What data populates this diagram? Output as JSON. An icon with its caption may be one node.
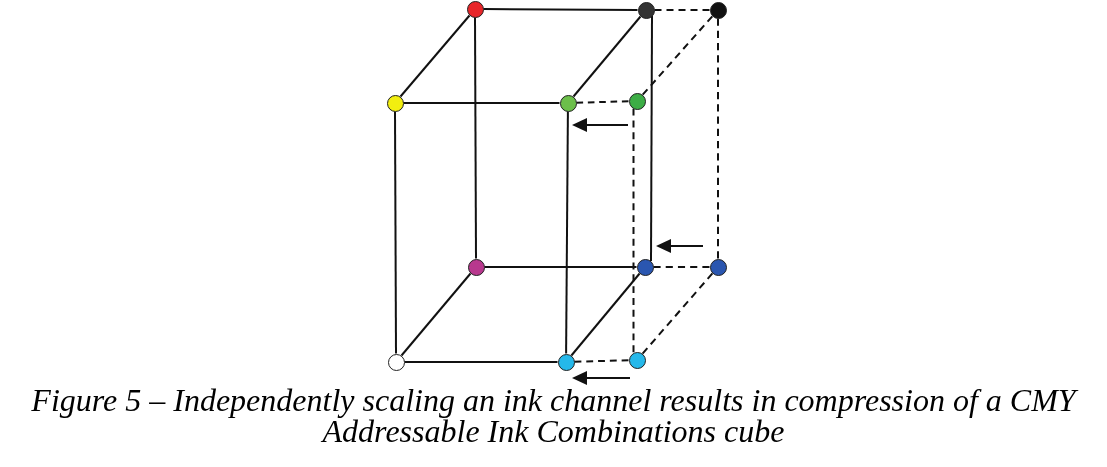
{
  "diagram": {
    "caption": "Figure 5 – Independently scaling an ink channel results in compression of a CMY Addressable Ink Combinations cube",
    "nodes": [
      {
        "text": [],
        "shape": "circle"
      },
      {
        "text": [],
        "shape": "circle"
      },
      {
        "text": [],
        "shape": "circle"
      },
      {
        "text": [],
        "shape": "circle"
      },
      {
        "text": [],
        "shape": "circle"
      },
      {
        "text": [],
        "shape": "circle"
      },
      {
        "text": [],
        "shape": "circle"
      },
      {
        "text": [],
        "shape": "circle"
      },
      {
        "text": [],
        "shape": "circle"
      },
      {
        "text": [],
        "shape": "circle"
      },
      {
        "text": [],
        "shape": "circle"
      },
      {
        "text": [],
        "shape": "circle"
      }
    ],
    "edges": [
      {
        "from": 0,
        "to": 1,
        "arrow": "none"
      },
      {
        "from": 0,
        "to": 3,
        "arrow": "none"
      },
      {
        "from": 1,
        "to": 4,
        "arrow": "none"
      },
      {
        "from": 3,
        "to": 4,
        "arrow": "none"
      },
      {
        "from": 0,
        "to": 6,
        "arrow": "none"
      },
      {
        "from": 3,
        "to": 9,
        "arrow": "none"
      },
      {
        "from": 4,
        "to": 10,
        "arrow": "none"
      },
      {
        "from": 1,
        "to": 7,
        "arrow": "none"
      },
      {
        "from": 6,
        "to": 7,
        "arrow": "none"
      },
      {
        "from": 6,
        "to": 9,
        "arrow": "none"
      },
      {
        "from": 7,
        "to": 10,
        "arrow": "none"
      },
      {
        "from": 9,
        "to": 10,
        "arrow": "none"
      },
      {
        "from": 1,
        "to": 2,
        "arrow": "none",
        "style": "dashed"
      },
      {
        "from": 2,
        "to": 5,
        "arrow": "none",
        "style": "dashed"
      },
      {
        "from": 4,
        "to": 5,
        "arrow": "none",
        "style": "dashed"
      },
      {
        "from": 2,
        "to": 8,
        "arrow": "none",
        "style": "dashed"
      },
      {
        "from": 5,
        "to": 11,
        "arrow": "none",
        "style": "dashed"
      },
      {
        "from": 7,
        "to": 8,
        "arrow": "none",
        "style": "dashed"
      },
      {
        "from": 8,
        "to": 11,
        "arrow": "none",
        "style": "dashed"
      },
      {
        "from": 10,
        "to": 11,
        "arrow": "none",
        "style": "dashed"
      }
    ]
  }
}
